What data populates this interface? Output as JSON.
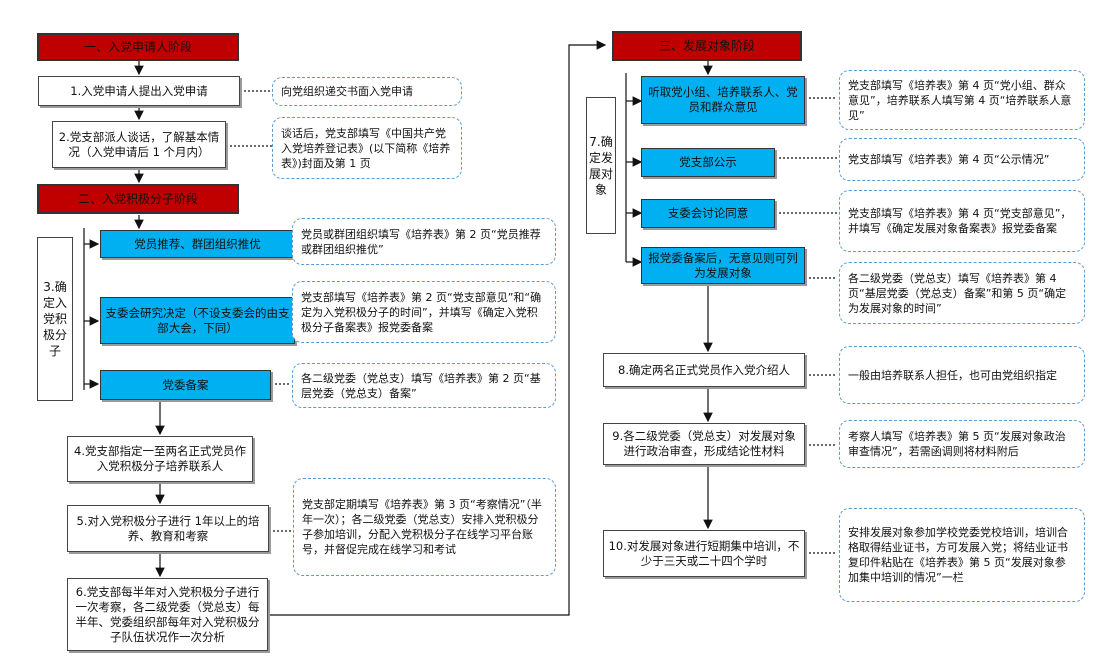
{
  "left": {
    "header1": "一、入党申请人阶段",
    "step1": "1.入党申请人提出入党申请",
    "note1": "向党组织递交书面入党申请",
    "step2": "2.党支部派人谈话，了解基本情况（入党申请后 1 个月内）",
    "note2": "谈话后，党支部填写《中国共产党入党培养登记表》(以下简称《培养表》)封面及第 1 页",
    "header2": "二、入党积极分子阶段",
    "stage3_label": "3.确定入党积极分子",
    "blue1": "党员推荐、群团组织推优",
    "note3": "党员或群团组织填写《培养表》第 2 页“党员推荐或群团组织推优”",
    "blue2": "支委会研究决定（不设支委会的由支部大会，下同）",
    "note4": "党支部填写《培养表》第 2 页“党支部意见”和“确定为入党积极分子的时间”，并填写《确定入党积极分子备案表》报党委备案",
    "blue3": "党委备案",
    "note5": "各二级党委（党总支）填写《培养表》第 2 页“基层党委（党总支）备案”",
    "step4": "4.党支部指定一至两名正式党员作入党积极分子培养联系人",
    "step5": "5.对入党积极分子进行 1年以上的培养、教育和考察",
    "note6": "党支部定期填写《培养表》第 3 页“考察情况”（半年一次）；各二级党委（党总支）安排入党积极分子参加培训，分配入党积极分子在线学习平台账号，并督促完成在线学习和考试",
    "step6": "6.党支部每半年对入党积极分子进行一次考察，各二级党委（党总支）每半年、党委组织部每年对入党积极分子队伍状况作一次分析"
  },
  "right": {
    "header3": "三、发展对象阶段",
    "stage7_label": "7.确定发展对象",
    "blue4": "听取党小组、培养联系人、党员和群众意见",
    "note7": "党支部填写《培养表》第 4 页“党小组、群众意见”，培养联系人填写第 4 页“培养联系人意见”",
    "blue5": "党支部公示",
    "note8": "党支部填写《培养表》第 4 页“公示情况”",
    "blue6": "支委会讨论同意",
    "note9": "党支部填写《培养表》第 4 页“党支部意见”，并填写《确定发展对象备案表》报党委备案",
    "blue7": "报党委备案后，无意见则可列为发展对象",
    "note10": "各二级党委（党总支）填写《培养表》第 4 页“基层党委（党总支）备案”和第 5 页“确定为发展对象的时间”",
    "step8": "8.确定两名正式党员作入党介绍人",
    "note11": "一般由培养联系人担任，也可由党组织指定",
    "step9": "9.各二级党委（党总支）对发展对象进行政治审查，形成结论性材料",
    "note12": "考察人填写《培养表》第 5 页“发展对象政治审查情况”，若需函调则将材料附后",
    "step10": "10.对发展对象进行短期集中培训，不少于三天或二十四个学时",
    "note13": "安排发展对象参加学校党委党校培训，培训合格取得结业证书，方可发展入党；将结业证书复印件粘贴在《培养表》第 5 页“发展对象参加集中培训的情况”一栏"
  },
  "colors": {
    "header": "#c00000",
    "blue": "#00b0f0",
    "dash": "#5b9bd5",
    "line": "#111111"
  }
}
